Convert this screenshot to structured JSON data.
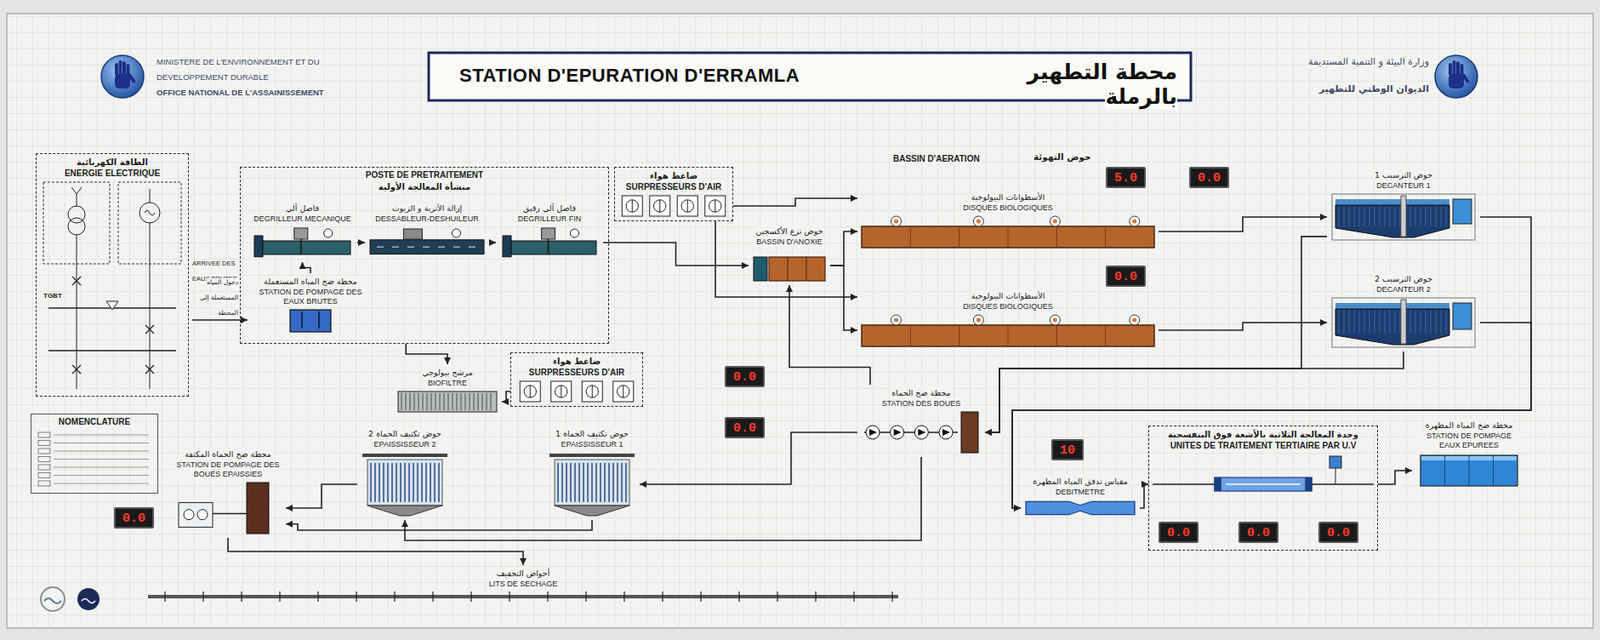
{
  "diagram": {
    "title": "STATION D'EPURATION D'ERRAMLA",
    "nodes": [
      {
        "text": [
          "الطاقة الكهربائية",
          "ENERGIE ELECTRIQUE"
        ]
      },
      {
        "text": [
          "POSTE DE PRETRAITEMENT",
          "منشأة المعالجة الأولية"
        ]
      },
      {
        "text": [
          "فاصل آلي",
          "DEGRILLEUR MECANIQUE"
        ],
        "in": 1
      },
      {
        "text": [
          "إزالة الأتربة و الزيوت",
          "DESSABLEUR-DESHUILEUR"
        ],
        "in": 1
      },
      {
        "text": [
          "فاصل آلي رقيق",
          "DEGRILLEUR FIN"
        ],
        "in": 1
      },
      {
        "text": [
          "محطة ضخ المياه المستعملة",
          "STATION DE POMPAGE DES EAUX BRUTES"
        ],
        "in": 1
      },
      {
        "text": [
          "ضاغط هواء",
          "SURPRESSEURS D'AIR"
        ]
      },
      {
        "text": [
          "حوض نزع الأكسجين",
          "BASSIN D'ANOXIE"
        ]
      },
      {
        "text": [
          "الأسطوانات البيولوجية",
          "DISQUES BIOLOGIQUES"
        ]
      },
      {
        "text": [
          "الأسطوانات البيولوجية",
          "DISQUES BIOLOGIQUES"
        ]
      },
      {
        "text": [
          "حوض الترسيب 1",
          "DECANTEUR 1"
        ]
      },
      {
        "text": [
          "حوض الترسيب 2",
          "DECANTEUR 2"
        ]
      },
      {
        "text": [
          "مرشح بيولوجي",
          "BIOFILTRE"
        ]
      },
      {
        "text": [
          "ضاغط هواء",
          "SURPRESSEURS D'AIR"
        ]
      },
      {
        "text": [
          "محطة ضخ الحماة",
          "STATION DES BOUES"
        ]
      },
      {
        "text": [
          "حوض تكثيف الحماة 2",
          "EPAISSISSEUR 2"
        ]
      },
      {
        "text": [
          "حوض تكثيف الحماة 1",
          "EPAISSISSEUR 1"
        ]
      },
      {
        "text": [
          "محطة ضخ الحماة المكثفة",
          "STATION DE POMPAGE DES BOUES EPAISSIES"
        ]
      },
      {
        "text": [
          "NOMENCLATURE"
        ]
      },
      {
        "text": [
          "مقياس تدفق المياه المطهرة",
          "DEBITMETRE"
        ]
      },
      {
        "text": [
          "وحدة المعالجة الثلاثية بالأشعة فوق البنفسجية",
          "UNITES DE TRAITEMENT TERTIAIRE PAR U.V"
        ]
      },
      {
        "text": [
          "محطة ضخ المياه المطهرة",
          "STATION DE POMPAGE EAUX EPUREES"
        ]
      },
      {
        "text": [
          "أحواض التجفيف",
          "LITS DE SECHAGE"
        ]
      }
    ],
    "edges": [
      {
        "from": 5,
        "to": 2,
        "arrow": "to"
      },
      {
        "from": 2,
        "to": 3,
        "arrow": "to"
      },
      {
        "from": 3,
        "to": 4,
        "arrow": "to"
      },
      {
        "from": 4,
        "to": 7,
        "arrow": "to"
      },
      {
        "from": 7,
        "to": 8,
        "arrow": "to"
      },
      {
        "from": 7,
        "to": 9,
        "arrow": "to"
      },
      {
        "from": 6,
        "to": 8,
        "arrow": "to"
      },
      {
        "from": 6,
        "to": 9,
        "arrow": "to"
      },
      {
        "from": 8,
        "to": 10,
        "arrow": "to"
      },
      {
        "from": 9,
        "to": 11,
        "arrow": "to"
      },
      {
        "from": 10,
        "to": 19,
        "arrow": "to"
      },
      {
        "from": 11,
        "to": 19,
        "arrow": "to"
      },
      {
        "from": 19,
        "to": 20,
        "arrow": "to"
      },
      {
        "from": 20,
        "to": 21,
        "arrow": "to"
      },
      {
        "from": 11,
        "to": 14,
        "arrow": "to"
      },
      {
        "from": 10,
        "to": 14,
        "arrow": "to"
      },
      {
        "from": 14,
        "to": 16,
        "arrow": "to"
      },
      {
        "from": 14,
        "to": 15,
        "arrow": "to"
      },
      {
        "from": 15,
        "to": 17,
        "arrow": "to"
      },
      {
        "from": 16,
        "to": 17,
        "arrow": "to"
      },
      {
        "from": 17,
        "to": 22,
        "arrow": "to"
      },
      {
        "from": 13,
        "to": 12,
        "arrow": "to"
      },
      {
        "from": 1,
        "to": 12,
        "arrow": "to"
      },
      {
        "from": 14,
        "to": 7,
        "arrow": "to"
      }
    ],
    "labels": [
      "محطة التطهير بالرملة",
      "MINISTERE DE L'ENVIRONNEMENT ET DU DEVELOPPEMENT DURABLE",
      "OFFICE NATIONAL DE L'ASSAINISSEMENT",
      "وزارة البيئة و التنمية المستديمة",
      "الديوان الوطني للتطهير",
      "ARRIVEE DES EAUX BRUTES",
      "دخول المياه المستعملة إلى المحطة",
      "BASSIN D'AERATION",
      "حوض التهوئة",
      "TGBT",
      "5.0",
      "0.0",
      "0.0",
      "0.0",
      "0.0",
      "10",
      "0.0",
      "0.0",
      "0.0",
      "0.0"
    ]
  }
}
